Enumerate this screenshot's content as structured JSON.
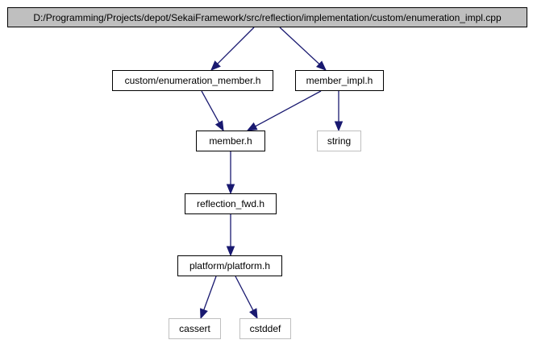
{
  "diagram": {
    "colors": {
      "edge": "#191970",
      "root_fill": "#bfbfbf",
      "node_border": "#000000",
      "external_border": "#bfbfbf"
    },
    "nodes": [
      {
        "id": "root",
        "label": "D:/Programming/Projects/depot/SekaiFramework/src/reflection/implementation/custom/enumeration_impl.cpp",
        "kind": "root"
      },
      {
        "id": "enum_member",
        "label": "custom/enumeration_member.h",
        "kind": "file"
      },
      {
        "id": "member_impl",
        "label": "member_impl.h",
        "kind": "file"
      },
      {
        "id": "member",
        "label": "member.h",
        "kind": "file"
      },
      {
        "id": "string",
        "label": "string",
        "kind": "external"
      },
      {
        "id": "reflection_fwd",
        "label": "reflection_fwd.h",
        "kind": "file"
      },
      {
        "id": "platform",
        "label": "platform/platform.h",
        "kind": "file"
      },
      {
        "id": "cassert",
        "label": "cassert",
        "kind": "external"
      },
      {
        "id": "cstddef",
        "label": "cstddef",
        "kind": "external"
      }
    ],
    "edges": [
      {
        "from": "root",
        "to": "enum_member"
      },
      {
        "from": "root",
        "to": "member_impl"
      },
      {
        "from": "enum_member",
        "to": "member"
      },
      {
        "from": "member_impl",
        "to": "member"
      },
      {
        "from": "member_impl",
        "to": "string"
      },
      {
        "from": "member",
        "to": "reflection_fwd"
      },
      {
        "from": "reflection_fwd",
        "to": "platform"
      },
      {
        "from": "platform",
        "to": "cassert"
      },
      {
        "from": "platform",
        "to": "cstddef"
      }
    ]
  }
}
